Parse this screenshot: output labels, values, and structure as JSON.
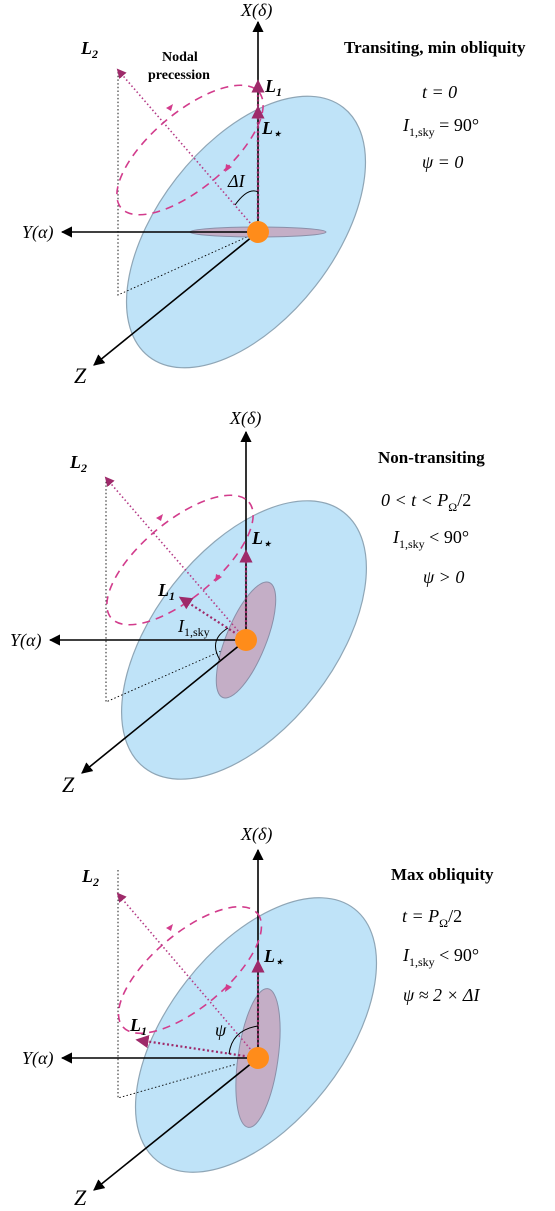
{
  "axes": {
    "x_label": "X(δ)",
    "y_label": "Y(α)",
    "z_label": "Z"
  },
  "vectors": {
    "L2": "L",
    "L2_sub": "2",
    "L1": "L",
    "L1_sub": "1",
    "Lstar": "L",
    "Lstar_sub": "⋆"
  },
  "nodal_precession": {
    "line1": "Nodal",
    "line2": "precession"
  },
  "angles": {
    "delta_i": "ΔI",
    "i1sky": "I",
    "i1sky_sub": "1,sky",
    "psi": "ψ"
  },
  "panels": [
    {
      "title": "Transiting, min obliquity",
      "eq1": "t = 0",
      "eq2_pre": "I",
      "eq2_sub": "1,sky",
      "eq2_post": " = 90°",
      "eq3": "ψ = 0"
    },
    {
      "title": "Non-transiting",
      "eq1_pre": "0 < t < P",
      "eq1_sub": "Ω",
      "eq1_post": "/2",
      "eq2_pre": "I",
      "eq2_sub": "1,sky",
      "eq2_post": " < 90°",
      "eq3": "ψ > 0"
    },
    {
      "title": "Max obliquity",
      "eq1_pre": "t = P",
      "eq1_sub": "Ω",
      "eq1_post": "/2",
      "eq2_pre": "I",
      "eq2_sub": "1,sky",
      "eq2_post": " < 90°",
      "eq3": "ψ ≈ 2 × ΔI"
    }
  ],
  "colors": {
    "disk": "#bfe3f8",
    "inner_disk": "#c4aec6",
    "star": "#ff8c1a",
    "vector": "#9e2a6a",
    "precession": "#d23c8c"
  }
}
